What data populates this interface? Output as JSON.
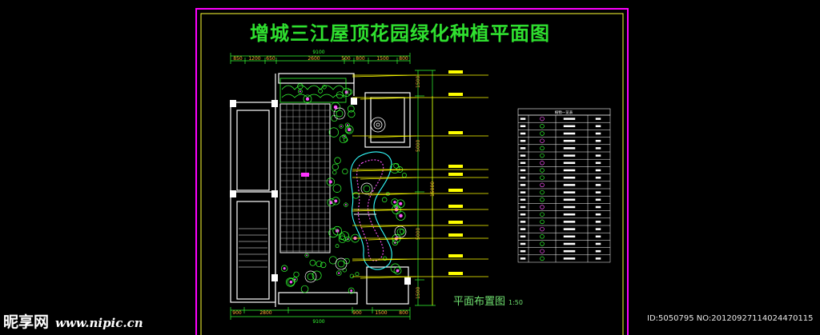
{
  "drawing": {
    "title": "增城三江屋顶花园绿化种植平面图",
    "subtitle": "平面布置图",
    "scale": "1:50",
    "dims_top": [
      "850",
      "1200",
      "650",
      "2600",
      "500",
      "800",
      "1500",
      "800"
    ],
    "dims_bottom": [
      "900",
      "2800",
      "900",
      "1500",
      "800"
    ],
    "overall_width": "9100",
    "dims_right": [
      "1500",
      "5000",
      "15000",
      "5000",
      "1500"
    ],
    "colors": {
      "frame": "#ff00ff",
      "inner_frame": "#ffff33",
      "title": "#2fe02f",
      "structure": "#ffffff",
      "planting": "#33ff33",
      "water": "#33ffff",
      "leader": "#ffff00",
      "flowers": "#ff55ff"
    }
  },
  "plant_table": {
    "title": "植物一览表",
    "rows": 19
  },
  "watermark": {
    "site": "昵享网",
    "url": "www.nipic.cn",
    "id": "ID:5050795 NO:20120927114024470115"
  }
}
